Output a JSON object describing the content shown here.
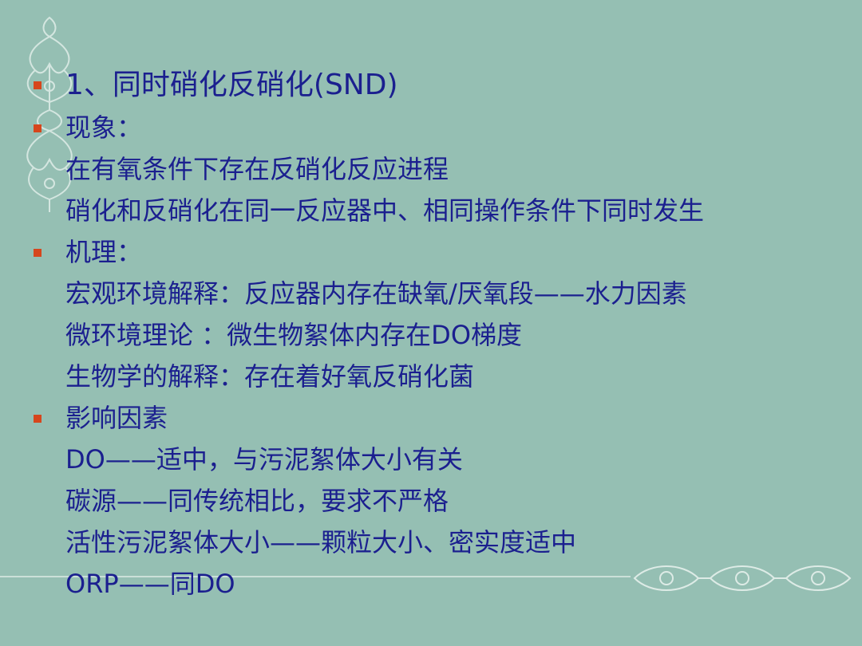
{
  "slide": {
    "colors": {
      "background": "#95bfb3",
      "text": "#1b1f8f",
      "bullet": "#d6461d",
      "ornament": "#e8f2ee"
    },
    "title": "1、同时硝化反硝化(SND)",
    "lines": [
      {
        "text": "现象：",
        "bullet": true
      },
      {
        "text": "在有氧条件下存在反硝化反应进程",
        "bullet": false
      },
      {
        "text": "硝化和反硝化在同一反应器中、相同操作条件下同时发生",
        "bullet": false
      },
      {
        "text": "机理：",
        "bullet": true
      },
      {
        "text": "宏观环境解释：反应器内存在缺氧/厌氧段——水力因素",
        "bullet": false
      },
      {
        "text": "微环境理论 ：微生物絮体内存在DO梯度",
        "bullet": false
      },
      {
        "text": "生物学的解释：存在着好氧反硝化菌",
        "bullet": false
      },
      {
        "text": "影响因素",
        "bullet": true
      },
      {
        "text": "DO——适中，与污泥絮体大小有关",
        "bullet": false
      },
      {
        "text": "碳源——同传统相比，要求不严格",
        "bullet": false
      },
      {
        "text": "活性污泥絮体大小——颗粒大小、密实度适中",
        "bullet": false
      },
      {
        "text": "ORP——同DO",
        "bullet": false
      }
    ],
    "icons": {
      "bullet": "square-bullet-icon",
      "left_ornament": "lace-ornament-icon",
      "bottom_ornament": "lace-border-icon"
    }
  }
}
